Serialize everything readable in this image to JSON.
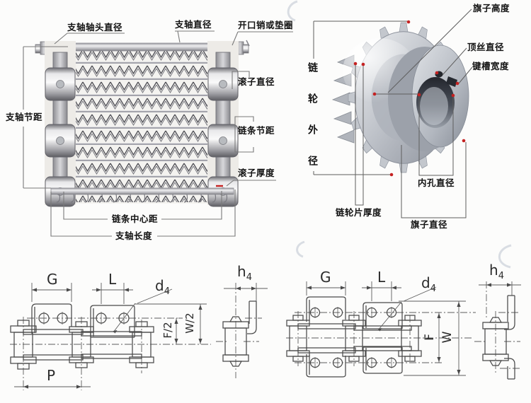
{
  "belt": {
    "shaft_head_diameter": "支轴轴头直径",
    "shaft_diameter": "支轴直径",
    "cotter_or_washer": "开口销或垫圈",
    "roller_diameter": "滚子直径",
    "chain_pitch": "链条节距",
    "roller_thickness": "滚子厚度",
    "shaft_pitch": "支轴节距",
    "chain_center_distance": "链条中心距",
    "shaft_length": "支轴长度"
  },
  "sprocket": {
    "hub_height": "旗子高度",
    "set_screw_diameter": "顶丝直径",
    "keyway_width": "键槽宽度",
    "outer_diameter": "链轮外径",
    "bore_diameter": "内孔直径",
    "plate_thickness": "链轮片厚度",
    "hub_diameter": "旗子直径"
  },
  "dims": {
    "g": "G",
    "l": "L",
    "p": "P",
    "d": "d",
    "d_sub": "4",
    "h": "h",
    "h_sub": "4",
    "w_half": "W/2",
    "f_half": "F/2",
    "f": "F",
    "w": "W"
  },
  "colors": {
    "line_art": "#4a4a4a",
    "dimension_line": "#6e6e6e",
    "label_text": "#121212",
    "marker_red": "#c52222",
    "metal_light": "#e9ebee",
    "metal_dark": "#7a7f88",
    "background": "#fcfcfb"
  }
}
